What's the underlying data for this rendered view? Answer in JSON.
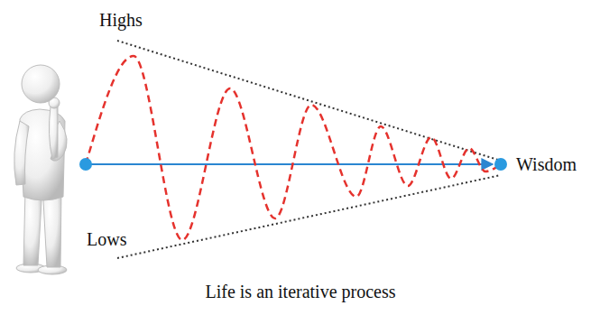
{
  "diagram": {
    "caption": "Life is an iterative process",
    "labels": [
      "Highs",
      "Lows",
      "Wisdom"
    ]
  }
}
